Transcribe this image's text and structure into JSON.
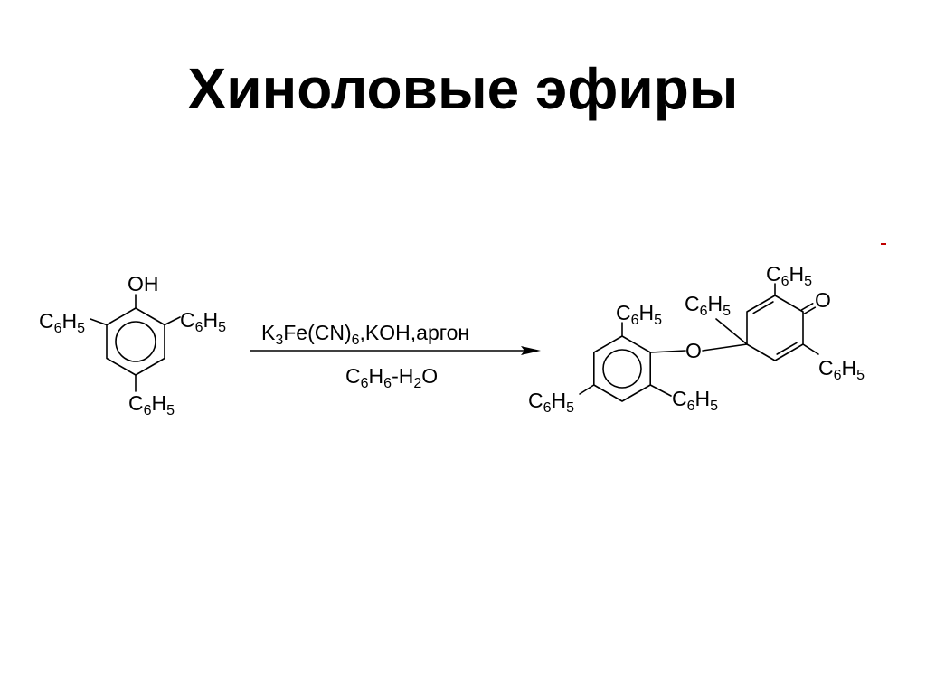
{
  "slide": {
    "title": "Хиноловые эфиры"
  },
  "reaction": {
    "reactant": {
      "hydroxyl_label": "OH",
      "substituents": [
        "C6H5",
        "C6H5",
        "C6H5"
      ]
    },
    "conditions": {
      "reagents": "K3Fe(CN)6,KOH,аргон",
      "solvent": "C6H6-H2O"
    },
    "product": {
      "ether_oxygen": "O",
      "carbonyl_oxygen": "O",
      "substituents": [
        "C6H5",
        "C6H5",
        "C6H5",
        "C6H5",
        "C6H5",
        "C6H5"
      ]
    }
  },
  "colors": {
    "ink": "#000000",
    "background": "#ffffff",
    "stray_mark": "#c00000"
  }
}
